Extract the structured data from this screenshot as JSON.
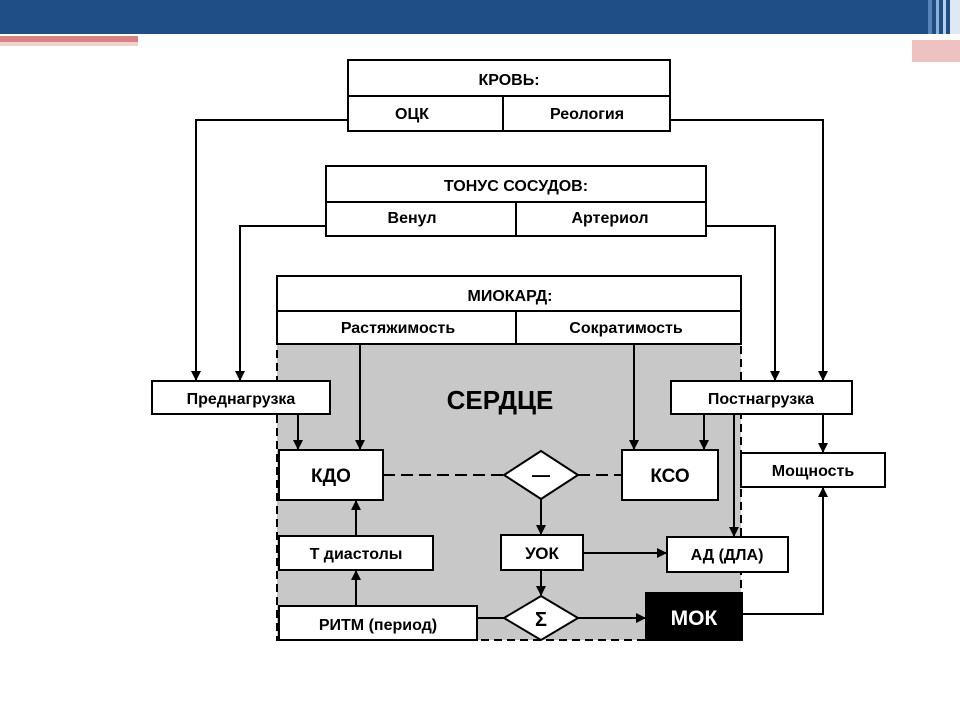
{
  "slide": {
    "colors": {
      "header_bar": "#1f4e86",
      "accent_red": "#c95a5a",
      "heart_area": "#c8c8c8",
      "mok_box": "#000000"
    }
  },
  "diagram": {
    "blood": {
      "title": "КРОВЬ:",
      "left": "ОЦК",
      "right": "Реология"
    },
    "vessels": {
      "title": "ТОНУС СОСУДОВ:",
      "left": "Венул",
      "right": "Артериол"
    },
    "myocardium": {
      "title": "МИОКАРД:",
      "left": "Растяжимость",
      "right": "Сократимость"
    },
    "heart_label": "СЕРДЦЕ",
    "preload": "Преднагрузка",
    "afterload": "Постнагрузка",
    "kdo": "КДО",
    "kso": "КСО",
    "power": "Мощность",
    "minus_symbol": "—",
    "sigma_symbol": "Σ",
    "t_diastole": "Т диастолы",
    "uok": "УОК",
    "ad": "АД (ДЛА)",
    "rhythm": "РИТМ (период)",
    "mok": "МОК"
  }
}
